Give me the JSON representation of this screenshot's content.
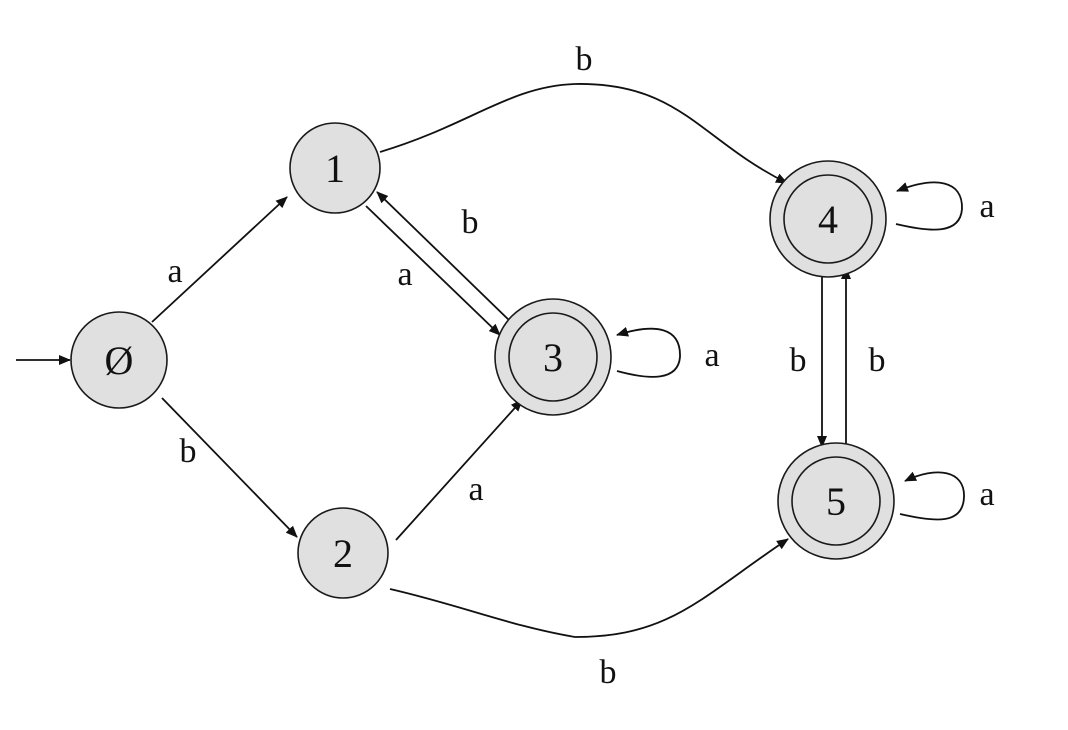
{
  "colors": {
    "state_fill": "#e0e0e0",
    "stroke": "#111111",
    "background": "#ffffff"
  },
  "states": {
    "s0": {
      "label": "Ø",
      "accepting": false,
      "initial": true
    },
    "s1": {
      "label": "1",
      "accepting": false
    },
    "s2": {
      "label": "2",
      "accepting": false
    },
    "s3": {
      "label": "3",
      "accepting": true
    },
    "s4": {
      "label": "4",
      "accepting": true
    },
    "s5": {
      "label": "5",
      "accepting": true
    }
  },
  "transitions": [
    {
      "from": "Ø",
      "to": "1",
      "label": "a"
    },
    {
      "from": "Ø",
      "to": "2",
      "label": "b"
    },
    {
      "from": "1",
      "to": "3",
      "label": "a"
    },
    {
      "from": "3",
      "to": "1",
      "label": "b"
    },
    {
      "from": "1",
      "to": "4",
      "label": "b"
    },
    {
      "from": "2",
      "to": "3",
      "label": "a"
    },
    {
      "from": "2",
      "to": "5",
      "label": "b"
    },
    {
      "from": "3",
      "to": "3",
      "label": "a"
    },
    {
      "from": "4",
      "to": "4",
      "label": "a"
    },
    {
      "from": "4",
      "to": "5",
      "label": "b"
    },
    {
      "from": "5",
      "to": "4",
      "label": "b"
    },
    {
      "from": "5",
      "to": "5",
      "label": "a"
    }
  ]
}
